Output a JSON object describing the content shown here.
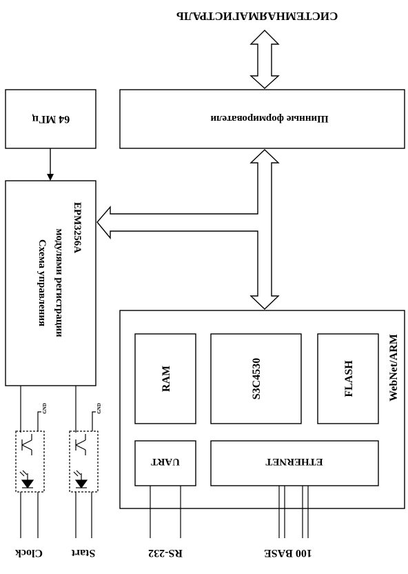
{
  "bus_title": "СИСТЕМНАЯМАГИСТРАЛЬ",
  "bus_drivers": "Шинные формирователи",
  "oscillator": "64 МГц",
  "control": {
    "line1": "Схема управления",
    "line2": "модулями регистрации",
    "line3": "EPM3256A"
  },
  "webnet": {
    "title": "WebNet/ARM",
    "ram": "RAM",
    "cpu": "S3C4530",
    "flash": "FLASH",
    "uart": "UART",
    "ethernet": "ETHERNET"
  },
  "gnd": "GND",
  "ports": {
    "clock": "Clock",
    "start": "Start",
    "rs232": "RS-232",
    "base100": "100 BASE"
  }
}
